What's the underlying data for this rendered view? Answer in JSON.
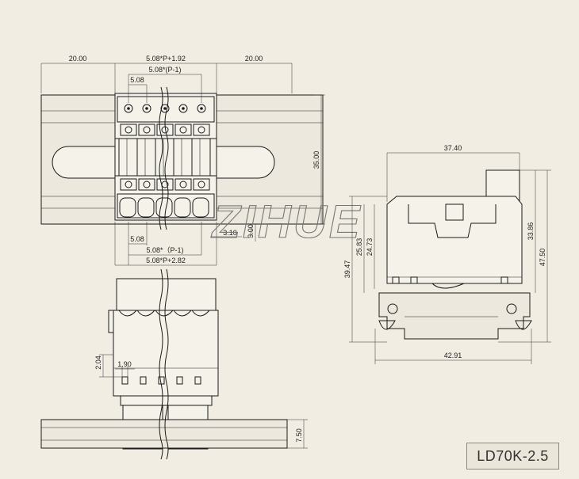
{
  "model": "LD70K-2.5",
  "watermark": "ZIHUE",
  "dims": {
    "top_left_margin": "20.00",
    "top_pitch_total": "5.08*P+1.92",
    "top_right_margin": "20.00",
    "top_pitch_p1": "5.08*(P-1)",
    "top_pitch": "5.08",
    "height_35": "35.00",
    "bottom_pitch": "5.08",
    "d_310": "3.10",
    "d_300": "3.00",
    "bottom_pitch_p1": "5.08*（P-1)",
    "bottom_pitch_total": "5.08*P+2.82",
    "side_width_top": "37.40",
    "side_2583": "25.83",
    "side_2473": "24.73",
    "side_3947": "39.47",
    "side_3386": "33.86",
    "side_4750": "47.50",
    "side_width_bottom": "42.91",
    "front_204": "2.04",
    "front_190": "1.90",
    "front_750": "7.50"
  }
}
